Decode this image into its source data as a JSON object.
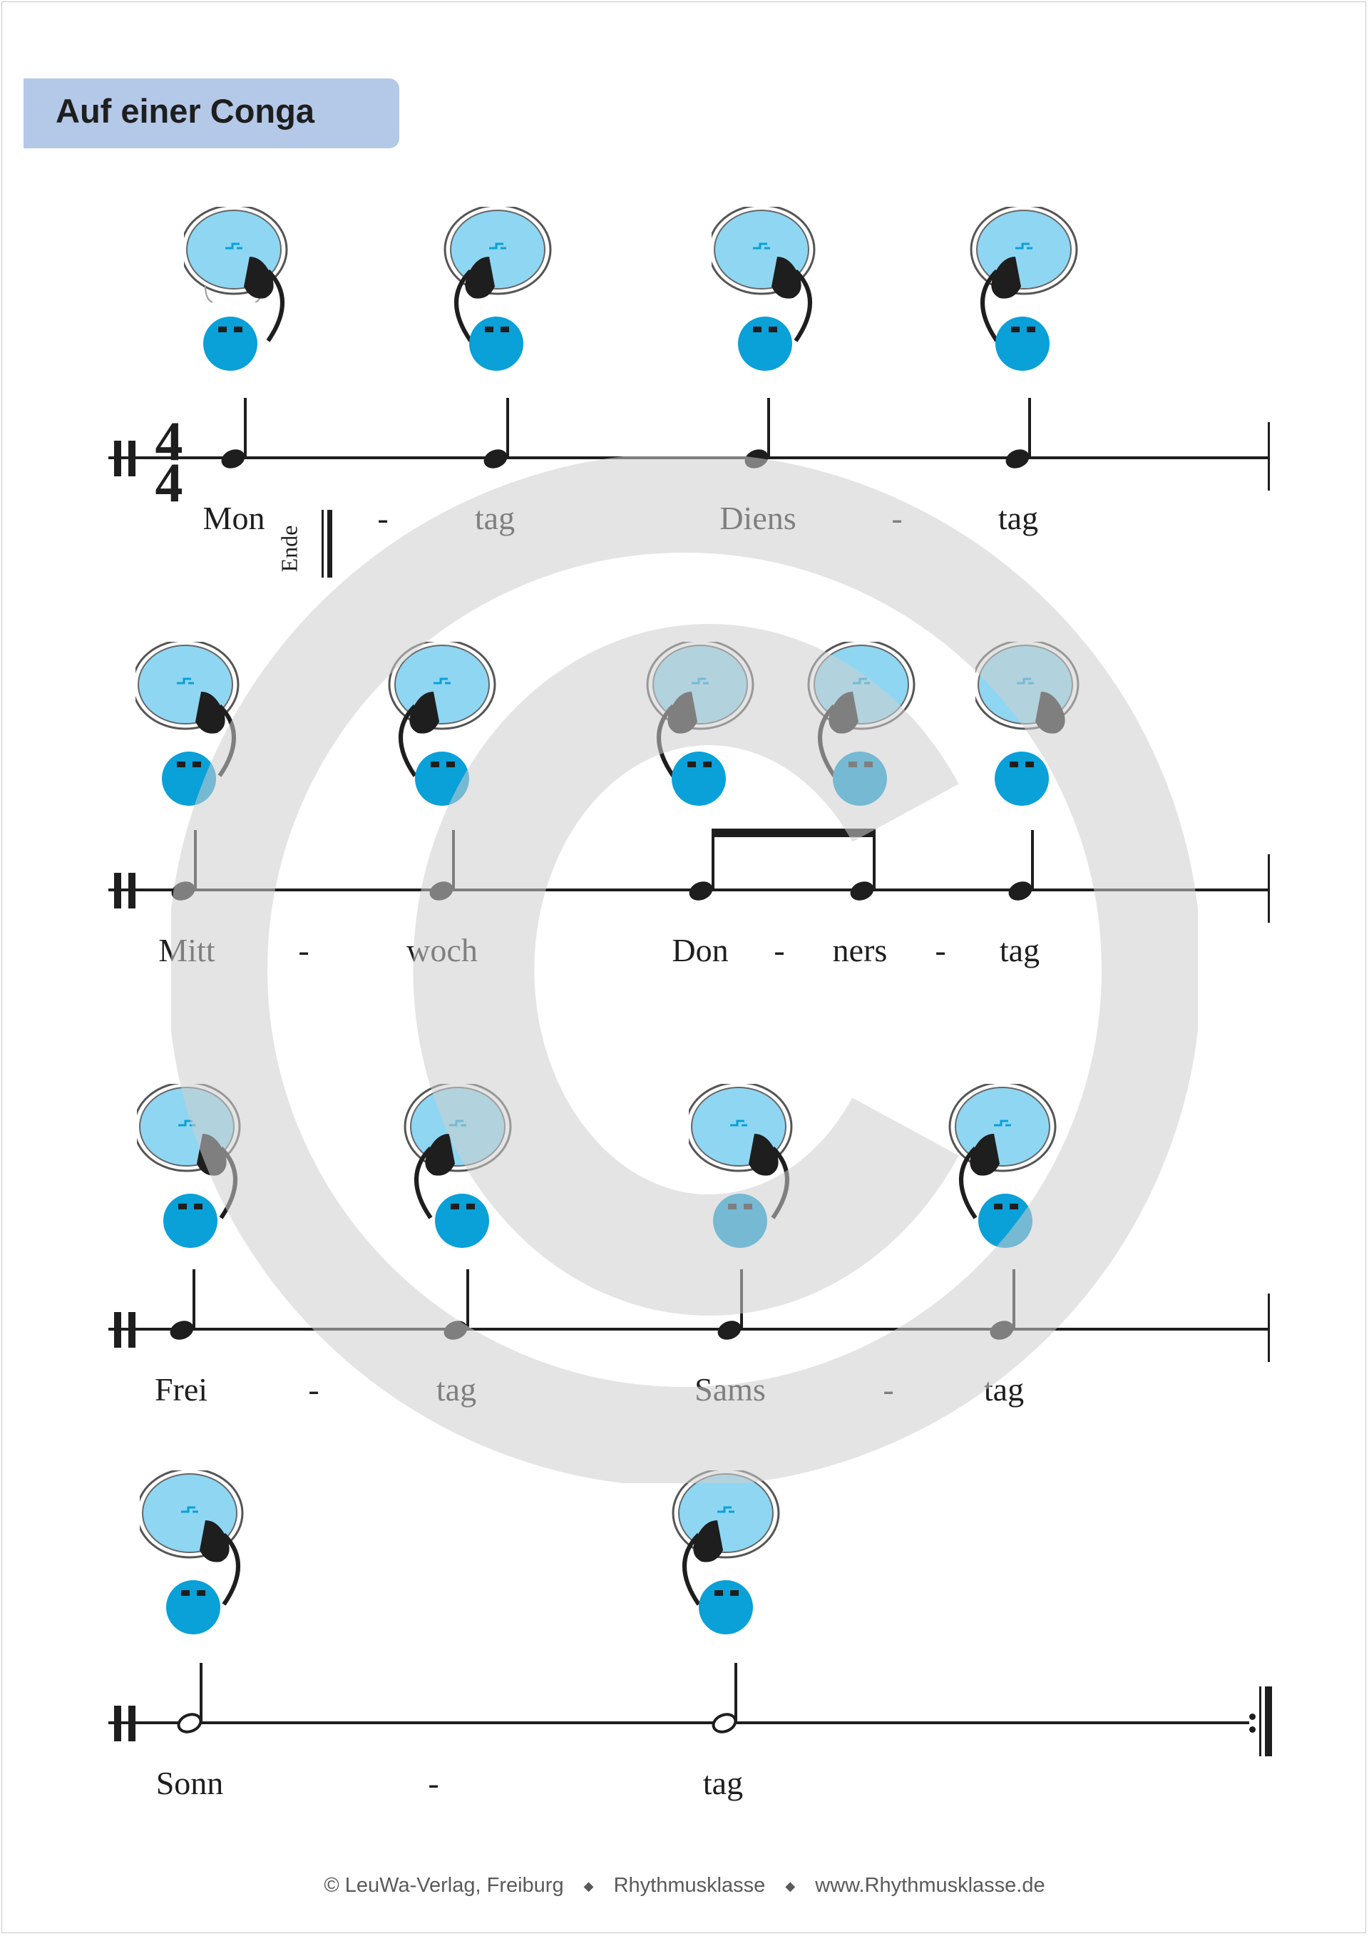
{
  "title": "Auf einer Conga",
  "time_signature": {
    "top": "4",
    "bottom": "4"
  },
  "ende_label": "Ende",
  "systems": [
    {
      "lyrics": [
        "Mon",
        "-",
        "tag",
        "Diens",
        "-",
        "tag"
      ]
    },
    {
      "lyrics": [
        "Mitt",
        "-",
        "woch",
        "Don",
        "-",
        "ners",
        "-",
        "tag"
      ]
    },
    {
      "lyrics": [
        "Frei",
        "-",
        "tag",
        "Sams",
        "-",
        "tag"
      ]
    },
    {
      "lyrics": [
        "Sonn",
        "-",
        "tag"
      ]
    }
  ],
  "footer": {
    "publisher": "© LeuWa-Verlag, Freiburg",
    "brand": "Rhythmusklasse",
    "website": "www.Rhythmusklasse.de",
    "separator": "◆"
  },
  "colors": {
    "title_bg": "#b4c8e8",
    "drum_head": "#8fd6f2",
    "drum_dot": "#0aa0d8",
    "ink": "#1e1e1e",
    "watermark": "#cfcfcf"
  },
  "icons": [
    "conga-drum-icon",
    "hand-icon",
    "copyright-watermark-icon"
  ]
}
